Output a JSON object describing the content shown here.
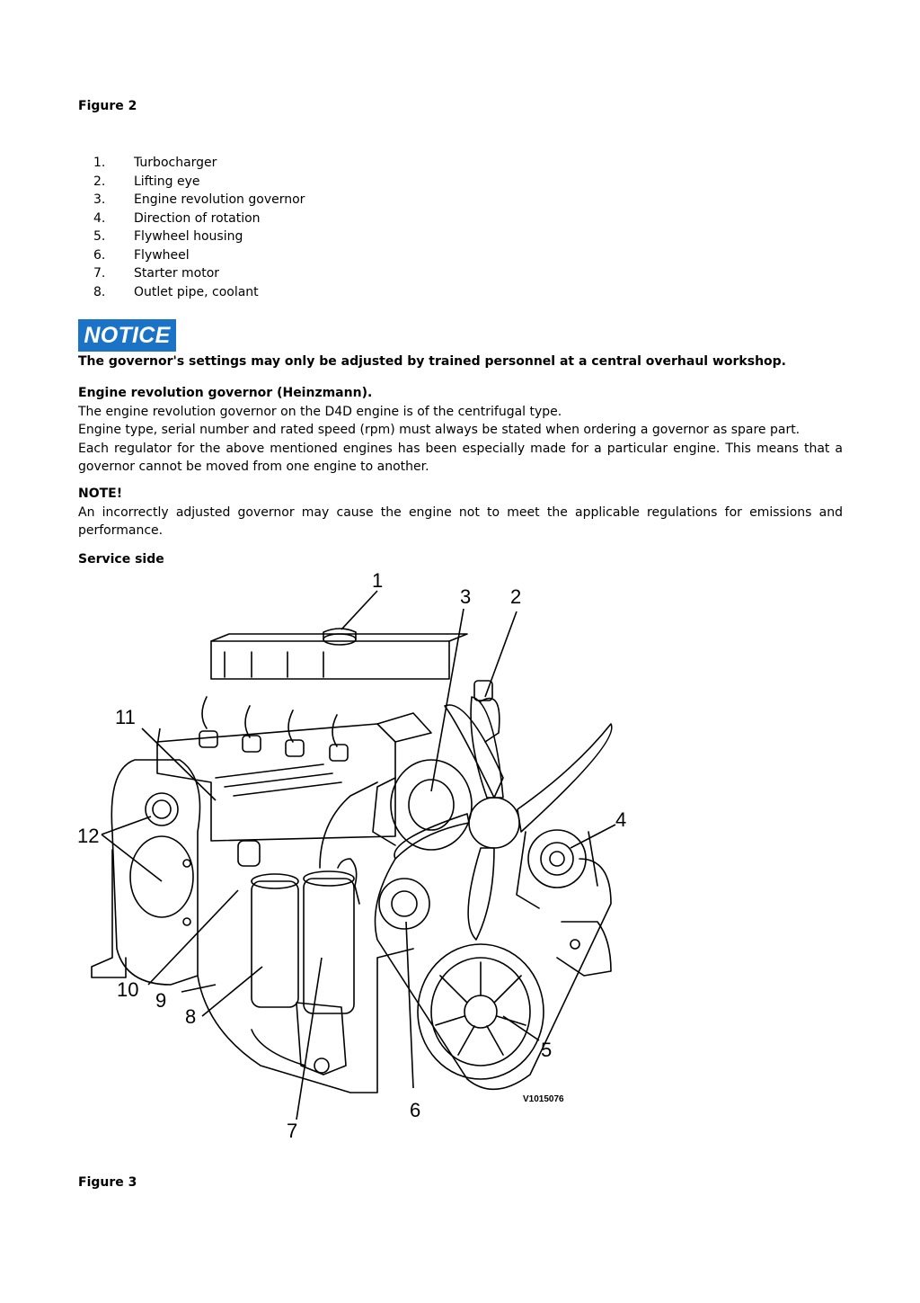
{
  "figure2_caption": "Figure 2",
  "legend": [
    {
      "num": "1.",
      "label": "Turbocharger"
    },
    {
      "num": "2.",
      "label": "Lifting eye"
    },
    {
      "num": "3.",
      "label": "Engine revolution governor"
    },
    {
      "num": "4.",
      "label": "Direction of rotation"
    },
    {
      "num": "5.",
      "label": "Flywheel housing"
    },
    {
      "num": "6.",
      "label": "Flywheel"
    },
    {
      "num": "7.",
      "label": "Starter motor"
    },
    {
      "num": "8.",
      "label": "Outlet pipe, coolant"
    }
  ],
  "notice": {
    "badge": "NOTICE",
    "text": "The governor's settings may only be adjusted by trained personnel at a central overhaul workshop."
  },
  "governor": {
    "heading": "Engine revolution governor (Heinzmann).",
    "line1": "The engine revolution governor on the D4D engine is of the centrifugal type.",
    "line2": "Engine type, serial number and rated speed (rpm) must always be stated when ordering a governor as spare part.",
    "line3": "Each regulator for the above mentioned engines has been especially made for a particular engine. This means that a governor cannot be moved from one engine to another."
  },
  "note": {
    "heading": "NOTE!",
    "text": "An incorrectly adjusted governor may cause the engine not to meet the applicable regulations for emissions and performance."
  },
  "figure3": {
    "title": "Service side",
    "callouts": [
      "1",
      "2",
      "3",
      "4",
      "5",
      "6",
      "7",
      "8",
      "9",
      "10",
      "11",
      "12"
    ],
    "image_code": "V1015076"
  },
  "figure3_caption": "Figure 3"
}
